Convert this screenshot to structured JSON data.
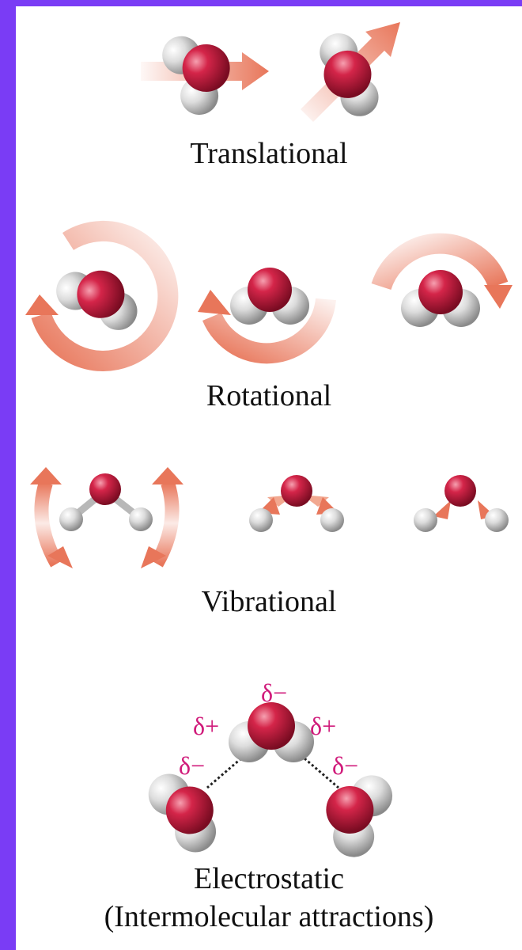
{
  "sections": {
    "translational": {
      "label": "Translational"
    },
    "rotational": {
      "label": "Rotational"
    },
    "vibrational": {
      "label": "Vibrational"
    },
    "electrostatic": {
      "label": "Electrostatic",
      "sublabel": "(Intermolecular attractions)",
      "charges": {
        "top": "δ−",
        "left_plus": "δ+",
        "right_plus": "δ+",
        "left_minus": "δ−",
        "right_minus": "δ−"
      }
    }
  },
  "colors": {
    "border": "#7a3cf5",
    "oxygen": "#c8173f",
    "hydrogen": "#d9d9d9",
    "arrow": "#e8765a",
    "charge_text": "#d01a7a"
  }
}
